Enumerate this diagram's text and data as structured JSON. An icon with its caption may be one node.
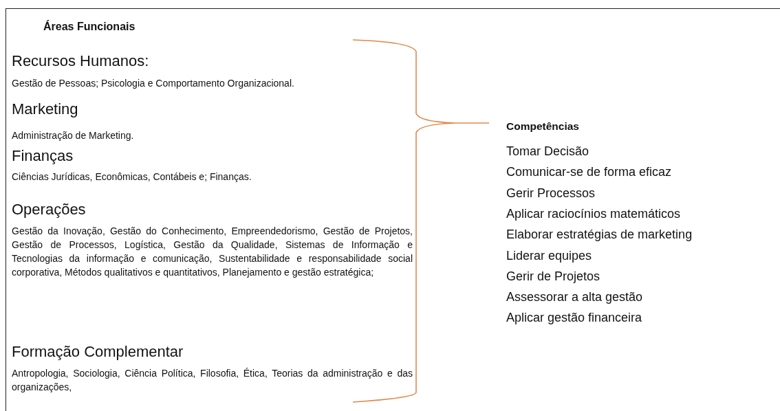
{
  "diagram": {
    "nodes": [
      {
        "text": [
          "Áreas Funcionais",
          "Recursos Humanos:",
          "Gestão de Pessoas; Psicologia e Comportamento Organizacional.",
          "Marketing",
          "Administração de Marketing.",
          "Finanças",
          "Ciências Jurídicas, Econômicas, Contábeis e; Finanças.",
          "Operações",
          "Gestão da Inovação, Gestão do Conhecimento, Empreendedorismo, Gestão de Projetos, Gestão de Processos, Logística, Gestão da Qualidade, Sistemas de Informação e Tecnologias da informação e comunicação, Sustentabilidade e responsabilidade social corporativa, Métodos qualitativos e quantitativos, Planejamento e gestão estratégica;",
          "Formação Complementar",
          "Antropologia, Sociologia, Ciência Política, Filosofia, Ética, Teorias da administração e das organizações,",
          "Competências",
          "Tomar Decisão",
          "Comunicar-se de forma eficaz",
          "Gerir Processos",
          "Aplicar raciocínios matemáticos",
          "Elaborar estratégias de marketing",
          "Liderar equipes",
          "Gerir de Projetos",
          "Assessorar a alta gestão",
          "Aplicar gestão financeira"
        ]
      }
    ]
  }
}
